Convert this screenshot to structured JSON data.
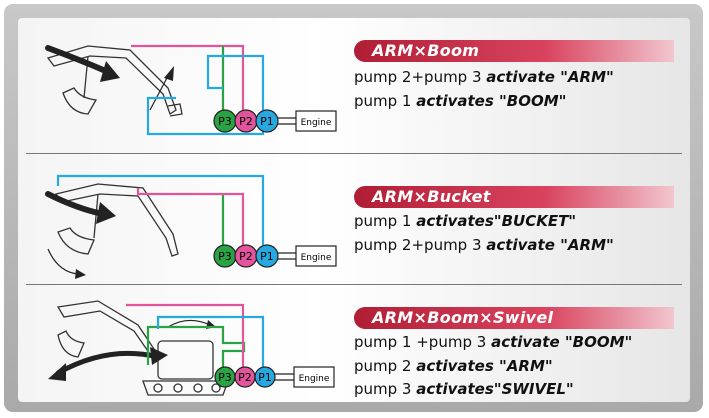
{
  "sections": [
    {
      "heading": "ARM×Boom",
      "lines": [
        {
          "pumps": "pump 2+pump 3",
          "action": "activate \"ARM\""
        },
        {
          "pumps": "pump 1",
          "action": "activates \"BOOM\""
        }
      ],
      "pump_labels": [
        "P3",
        "P2",
        "P1"
      ],
      "engine_label": "Engine"
    },
    {
      "heading": "ARM×Bucket",
      "lines": [
        {
          "pumps": "pump 1",
          "action": "activates\"BUCKET\""
        },
        {
          "pumps": "pump 2+pump 3",
          "action": "activate \"ARM\""
        }
      ],
      "pump_labels": [
        "P3",
        "P2",
        "P1"
      ],
      "engine_label": "Engine"
    },
    {
      "heading": "ARM×Boom×Swivel",
      "lines": [
        {
          "pumps": "pump 1 +pump 3",
          "action": "activate \"BOOM\""
        },
        {
          "pumps": "pump 2",
          "action": "activates \"ARM\""
        },
        {
          "pumps": "pump 3",
          "action": "activates\"SWIVEL\""
        }
      ],
      "pump_labels": [
        "P3",
        "P2",
        "P1"
      ],
      "engine_label": "Engine"
    }
  ],
  "colors": {
    "p3": "#2aa344",
    "p2": "#e2559c",
    "p1": "#26a9e0",
    "heading": "#c4263f",
    "arrow": "#222222"
  }
}
